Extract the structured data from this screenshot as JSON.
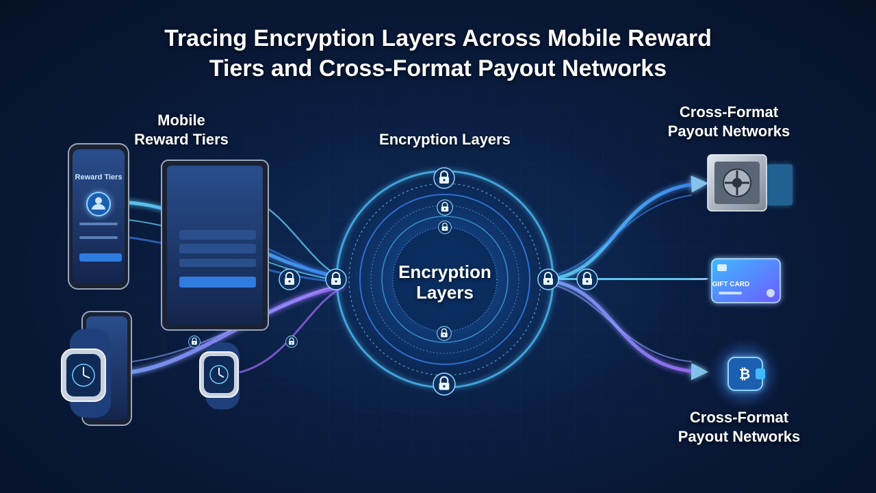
{
  "title": {
    "line1": "Tracing Encryption Layers Across Mobile Reward",
    "line2": "Tiers and Cross-Format Payout Networks"
  },
  "labels": {
    "mobile_line1": "Mobile",
    "mobile_line2": "Reward Tiers",
    "encryption_top": "Encryption Layers",
    "core_line1": "Encryption",
    "core_line2": "Layers",
    "payout_top_line1": "Cross-Format",
    "payout_top_line2": "Payout Networks",
    "payout_bottom_line1": "Cross-Format",
    "payout_bottom_line2": "Payout Networks"
  },
  "devices": {
    "phone_screen_title": "Reward Tiers",
    "gift_card_text": "GIFT CARD"
  },
  "icons": {
    "lock": "lock-icon",
    "vault": "vault-icon",
    "gift_card": "gift-card-icon",
    "crypto_wallet": "bitcoin-wallet-icon",
    "smartwatch": "smartwatch-icon",
    "smartphone": "smartphone-icon",
    "tablet": "tablet-icon"
  },
  "colors": {
    "background": "#061126",
    "flow_blue": "#3d8bff",
    "flow_cyan": "#66d9ff",
    "flow_purple": "#9b6bff",
    "ring_glow": "#4fc3ff"
  }
}
